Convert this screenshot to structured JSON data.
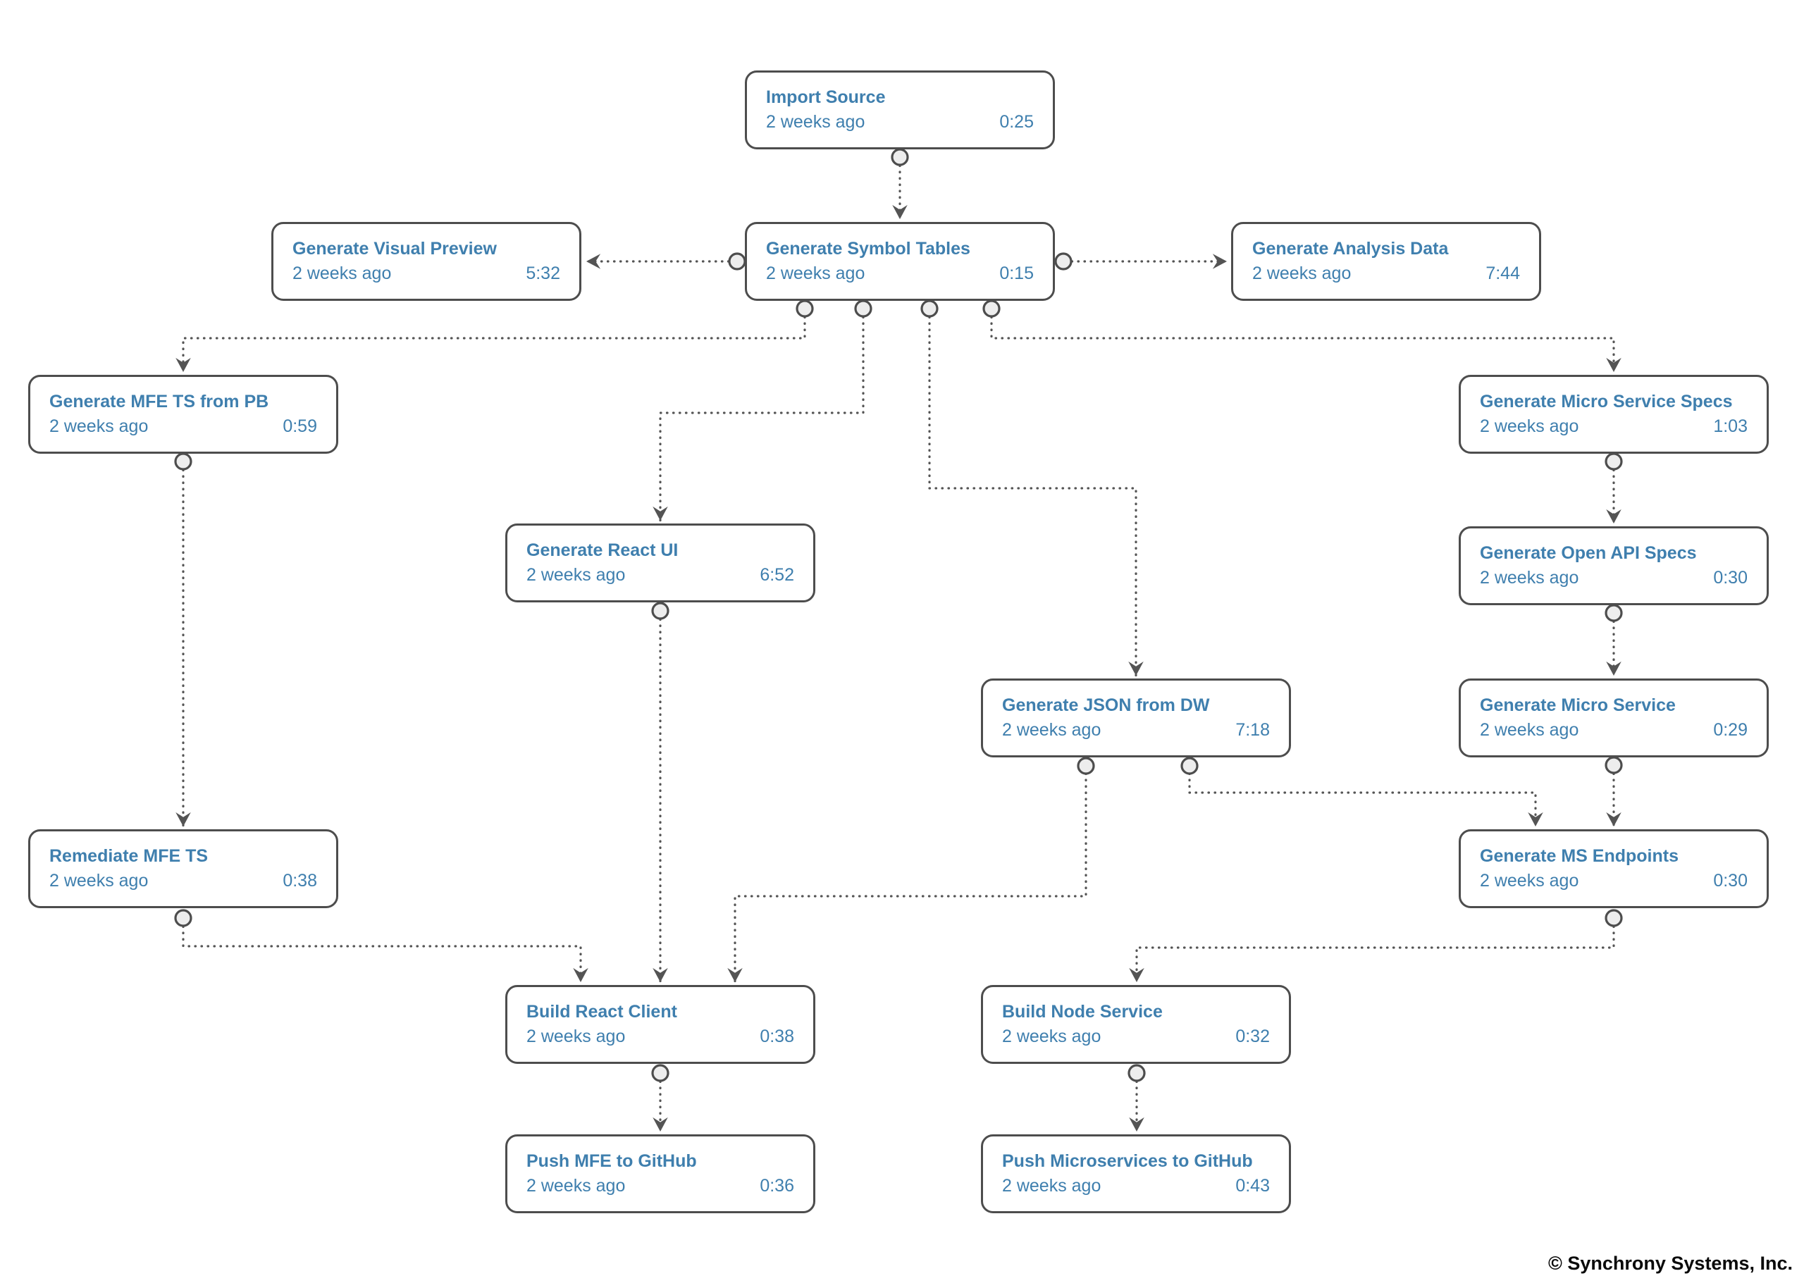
{
  "nodes": [
    {
      "id": "import-source",
      "title": "Import Source",
      "meta": "2 weeks ago",
      "duration": "0:25"
    },
    {
      "id": "generate-visual-preview",
      "title": "Generate Visual Preview",
      "meta": "2 weeks ago",
      "duration": "5:32"
    },
    {
      "id": "generate-symbol-tables",
      "title": "Generate Symbol Tables",
      "meta": "2 weeks ago",
      "duration": "0:15"
    },
    {
      "id": "generate-analysis-data",
      "title": "Generate Analysis Data",
      "meta": "2 weeks ago",
      "duration": "7:44"
    },
    {
      "id": "generate-mfe-ts-from-pb",
      "title": "Generate MFE TS from PB",
      "meta": "2 weeks ago",
      "duration": "0:59"
    },
    {
      "id": "generate-micro-service-specs",
      "title": "Generate Micro Service Specs",
      "meta": "2 weeks ago",
      "duration": "1:03"
    },
    {
      "id": "generate-react-ui",
      "title": "Generate React UI",
      "meta": "2 weeks ago",
      "duration": "6:52"
    },
    {
      "id": "generate-open-api-specs",
      "title": "Generate Open API Specs",
      "meta": "2 weeks ago",
      "duration": "0:30"
    },
    {
      "id": "generate-json-from-dw",
      "title": "Generate JSON from DW",
      "meta": "2 weeks ago",
      "duration": "7:18"
    },
    {
      "id": "generate-micro-service",
      "title": "Generate Micro Service",
      "meta": "2 weeks ago",
      "duration": "0:29"
    },
    {
      "id": "remediate-mfe-ts",
      "title": "Remediate MFE TS",
      "meta": "2 weeks ago",
      "duration": "0:38"
    },
    {
      "id": "generate-ms-endpoints",
      "title": "Generate MS Endpoints",
      "meta": "2 weeks ago",
      "duration": "0:30"
    },
    {
      "id": "build-react-client",
      "title": "Build React Client",
      "meta": "2 weeks ago",
      "duration": "0:38"
    },
    {
      "id": "build-node-service",
      "title": "Build Node Service",
      "meta": "2 weeks ago",
      "duration": "0:32"
    },
    {
      "id": "push-mfe-to-github",
      "title": "Push MFE to GitHub",
      "meta": "2 weeks ago",
      "duration": "0:36"
    },
    {
      "id": "push-microservices-to-github",
      "title": "Push Microservices to GitHub",
      "meta": "2 weeks ago",
      "duration": "0:43"
    }
  ],
  "edges": [
    {
      "from": "import-source",
      "to": "generate-symbol-tables"
    },
    {
      "from": "generate-symbol-tables",
      "to": "generate-visual-preview"
    },
    {
      "from": "generate-symbol-tables",
      "to": "generate-analysis-data"
    },
    {
      "from": "generate-symbol-tables",
      "to": "generate-mfe-ts-from-pb"
    },
    {
      "from": "generate-symbol-tables",
      "to": "generate-react-ui"
    },
    {
      "from": "generate-symbol-tables",
      "to": "generate-json-from-dw"
    },
    {
      "from": "generate-symbol-tables",
      "to": "generate-micro-service-specs"
    },
    {
      "from": "generate-mfe-ts-from-pb",
      "to": "remediate-mfe-ts"
    },
    {
      "from": "generate-micro-service-specs",
      "to": "generate-open-api-specs"
    },
    {
      "from": "generate-open-api-specs",
      "to": "generate-micro-service"
    },
    {
      "from": "generate-micro-service",
      "to": "generate-ms-endpoints"
    },
    {
      "from": "generate-json-from-dw",
      "to": "build-react-client"
    },
    {
      "from": "generate-json-from-dw",
      "to": "generate-ms-endpoints"
    },
    {
      "from": "remediate-mfe-ts",
      "to": "build-react-client"
    },
    {
      "from": "generate-react-ui",
      "to": "build-react-client"
    },
    {
      "from": "generate-ms-endpoints",
      "to": "build-node-service"
    },
    {
      "from": "build-react-client",
      "to": "push-mfe-to-github"
    },
    {
      "from": "build-node-service",
      "to": "push-microservices-to-github"
    }
  ],
  "footer": {
    "copyright": "© Synchrony Systems, Inc."
  },
  "colors": {
    "node_text": "#3f7fae",
    "node_border": "#4d4d4d",
    "edge": "#545454",
    "port_fill": "#ededed",
    "background": "#ffffff"
  }
}
